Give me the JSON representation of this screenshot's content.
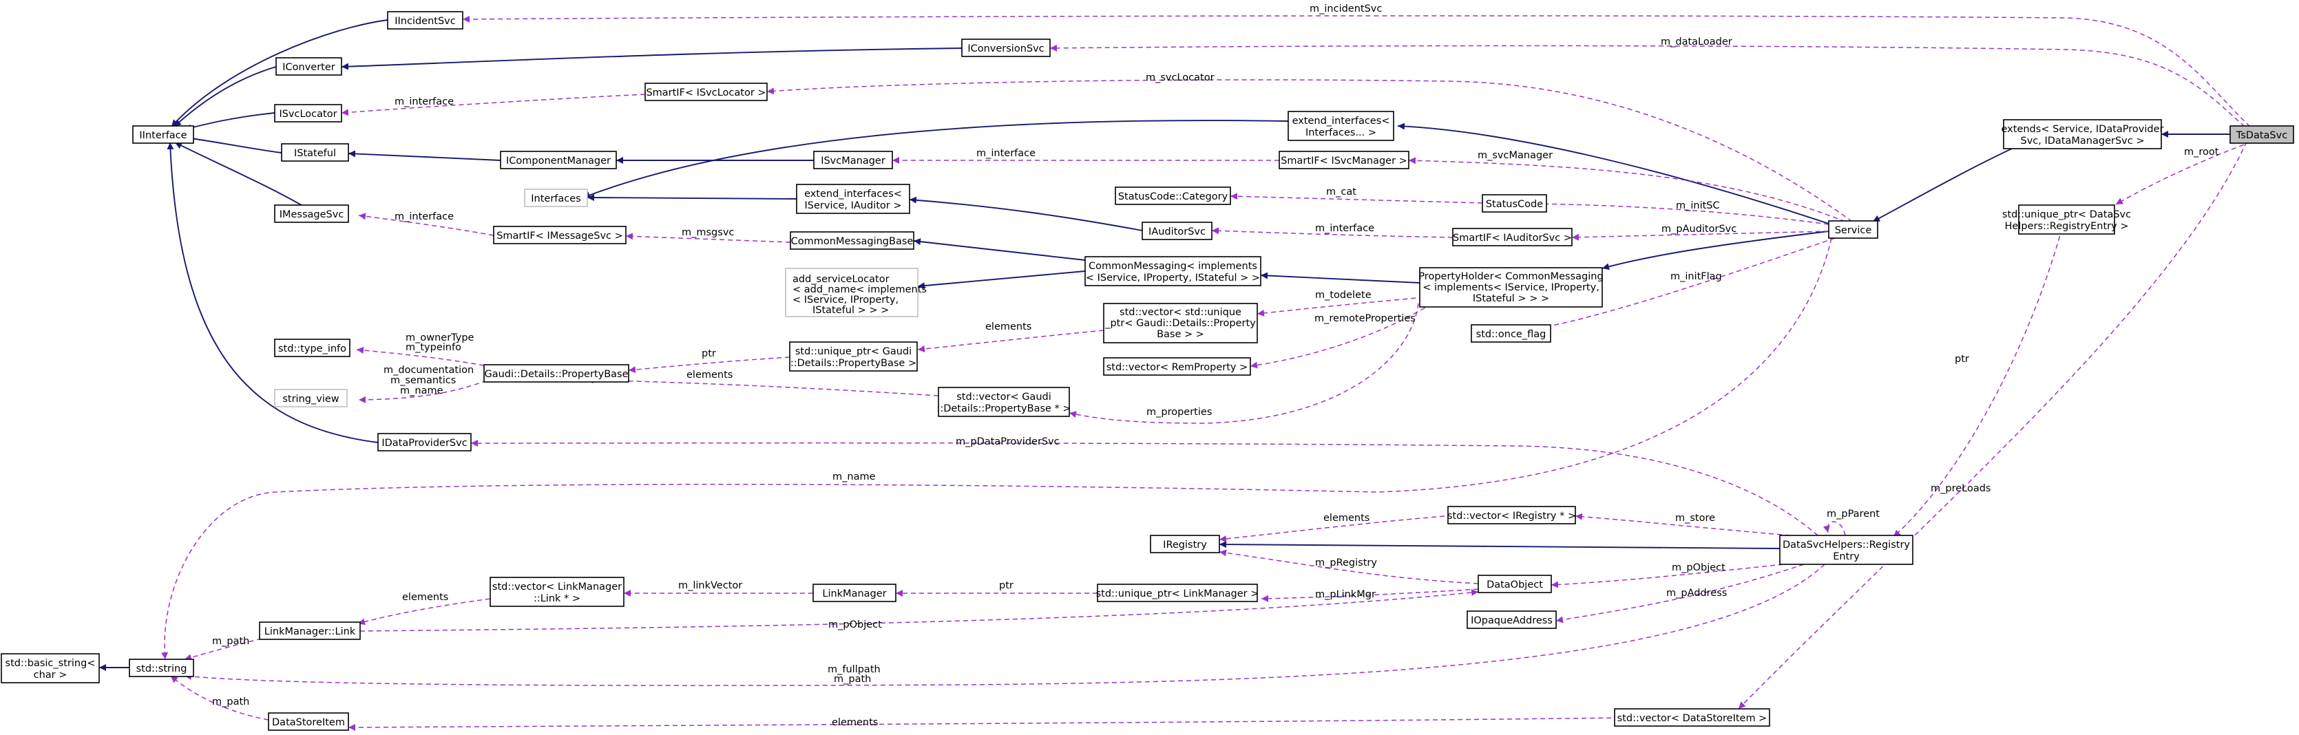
{
  "nodes": {
    "IIncidentSvc": [
      "IIncidentSvc"
    ],
    "IConversionSvc": [
      "IConversionSvc"
    ],
    "IConverter": [
      "IConverter"
    ],
    "ISvcLocator": [
      "ISvcLocator"
    ],
    "SmartIF_ISvcLocator": [
      "SmartIF< ISvcLocator >"
    ],
    "IInterface": [
      "IInterface"
    ],
    "IStateful": [
      "IStateful"
    ],
    "IComponentManager": [
      "IComponentManager"
    ],
    "ISvcManager": [
      "ISvcManager"
    ],
    "extend_interfaces_ifs": [
      "extend_interfaces<",
      "Interfaces... >"
    ],
    "SmartIF_ISvcManager": [
      "SmartIF< ISvcManager >"
    ],
    "extends_Service": [
      "extends< Service, IDataProvider",
      "Svc, IDataManagerSvc >"
    ],
    "TsDataSvc": [
      "TsDataSvc"
    ],
    "Interfaces": [
      "Interfaces"
    ],
    "extend_interfaces_iauditor": [
      "extend_interfaces<",
      "IService, IAuditor >"
    ],
    "StatusCode_Category": [
      "StatusCode::Category"
    ],
    "StatusCode": [
      "StatusCode"
    ],
    "unique_ptr_RegistryEntry": [
      "std::unique_ptr< DataSvc",
      "Helpers::RegistryEntry >"
    ],
    "IMessageSvc": [
      "IMessageSvc"
    ],
    "SmartIF_IMessageSvc": [
      "SmartIF< IMessageSvc >"
    ],
    "CommonMessagingBase": [
      "CommonMessagingBase"
    ],
    "IAuditorSvc": [
      "IAuditorSvc"
    ],
    "SmartIF_IAuditorSvc": [
      "SmartIF< IAuditorSvc >"
    ],
    "Service": [
      "Service"
    ],
    "CommonMessaging": [
      "CommonMessaging< implements",
      "< IService, IProperty, IStateful > >"
    ],
    "add_serviceLocator": [
      "add_serviceLocator",
      "< add_name< implements",
      "< IService, IProperty,",
      "IStateful > > >"
    ],
    "PropertyHolder": [
      "PropertyHolder< CommonMessaging",
      "< implements< IService, IProperty,",
      "IStateful > > >"
    ],
    "vector_unique_ptr_PropertyBase": [
      "std::vector< std::unique",
      "_ptr< Gaudi::Details::Property",
      "Base > >"
    ],
    "once_flag": [
      "std::once_flag"
    ],
    "type_info": [
      "std::type_info"
    ],
    "unique_ptr_PropertyBase": [
      "std::unique_ptr< Gaudi",
      "::Details::PropertyBase >"
    ],
    "PropertyBase": [
      "Gaudi::Details::PropertyBase"
    ],
    "vector_RemProperty": [
      "std::vector< RemProperty >"
    ],
    "string_view": [
      "string_view"
    ],
    "vector_PropertyBase_ptr": [
      "std::vector< Gaudi",
      "::Details::PropertyBase * >"
    ],
    "IDataProviderSvc": [
      "IDataProviderSvc"
    ],
    "vector_IRegistry_ptr": [
      "std::vector< IRegistry * >"
    ],
    "IRegistry": [
      "IRegistry"
    ],
    "RegistryEntry": [
      "DataSvcHelpers::Registry",
      "Entry"
    ],
    "vector_Link_ptr": [
      "std::vector< LinkManager",
      "::Link * >"
    ],
    "LinkManager": [
      "LinkManager"
    ],
    "unique_ptr_LinkManager": [
      "std::unique_ptr< LinkManager >"
    ],
    "DataObject": [
      "DataObject"
    ],
    "LinkManager_Link": [
      "LinkManager::Link"
    ],
    "IOpaqueAddress": [
      "IOpaqueAddress"
    ],
    "basic_string": [
      "std::basic_string<",
      "char >"
    ],
    "std_string": [
      "std::string"
    ],
    "DataStoreItem": [
      "DataStoreItem"
    ],
    "vector_DataStoreItem": [
      "std::vector< DataStoreItem >"
    ]
  },
  "edge_labels": {
    "m_incidentSvc": [
      "m_incidentSvc"
    ],
    "m_dataLoader": [
      "m_dataLoader"
    ],
    "m_svcLocator": [
      "m_svcLocator"
    ],
    "m_interface_svclocator": [
      "m_interface"
    ],
    "m_interface_svcmanager": [
      "m_interface"
    ],
    "m_svcManager": [
      "m_svcManager"
    ],
    "m_root": [
      "m_root"
    ],
    "m_cat": [
      "m_cat"
    ],
    "m_initSC": [
      "m_initSC"
    ],
    "m_interface_msgsvc": [
      "m_interface"
    ],
    "m_msgsvc": [
      "m_msgsvc"
    ],
    "m_interface_auditor": [
      "m_interface"
    ],
    "m_pAuditorSvc": [
      "m_pAuditorSvc"
    ],
    "m_initFlag": [
      "m_initFlag"
    ],
    "m_todelete": [
      "m_todelete"
    ],
    "elements_uptr_vec": [
      "elements"
    ],
    "m_remoteProperties": [
      "m_remoteProperties"
    ],
    "m_ownerType": [
      "m_ownerType",
      "m_typeinfo"
    ],
    "ptr_propbase": [
      "ptr"
    ],
    "m_documentation": [
      "m_documentation",
      "m_semantics",
      "m_name"
    ],
    "elements_propbase_vec": [
      "elements"
    ],
    "m_properties": [
      "m_properties"
    ],
    "ptr_registry": [
      "ptr"
    ],
    "m_pDataProviderSvc": [
      "m_pDataProviderSvc"
    ],
    "m_preLoads": [
      "m_preLoads"
    ],
    "m_name": [
      "m_name"
    ],
    "elements_iregistry": [
      "elements"
    ],
    "m_store": [
      "m_store"
    ],
    "m_pParent": [
      "m_pParent"
    ],
    "m_pRegistry": [
      "m_pRegistry"
    ],
    "m_pObject_regentry": [
      "m_pObject"
    ],
    "elements_links": [
      "elements"
    ],
    "m_linkVector": [
      "m_linkVector"
    ],
    "ptr_linkmgr": [
      "ptr"
    ],
    "m_pLinkMgr": [
      "m_pLinkMgr"
    ],
    "m_pAddress": [
      "m_pAddress"
    ],
    "m_pObject_link": [
      "m_pObject"
    ],
    "m_path_link": [
      "m_path"
    ],
    "m_fullpath": [
      "m_fullpath",
      "m_path"
    ],
    "m_path_store": [
      "m_path"
    ],
    "elements_storeitems": [
      "elements"
    ]
  },
  "colors": {
    "inheritance_edge": "#191970",
    "usage_edge": "#9a32cd",
    "focus_node_fill": "#bfbfbf",
    "grey_node_border": "#bfbfbf"
  }
}
